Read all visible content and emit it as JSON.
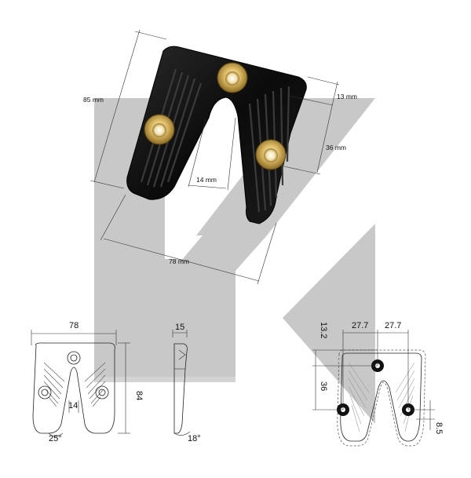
{
  "photo": {
    "dimensions": {
      "height": "85 mm",
      "top_offset": "13 mm",
      "hole_span": "36 mm",
      "slot_width": "14 mm",
      "width": "78 mm"
    }
  },
  "front_view": {
    "width": "78",
    "height": "84",
    "slot": "14",
    "angle": "25°"
  },
  "side_view": {
    "thickness": "15",
    "angle": "18°"
  },
  "hole_view": {
    "top_offset": "13.2",
    "spacing_left": "27.7",
    "spacing_right": "27.7",
    "vertical": "36",
    "bottom_offset": "8.5"
  },
  "colors": {
    "background_logo": "#c8c8c8",
    "part_body": "#0e0e0e",
    "brass": "#c9a24a"
  }
}
